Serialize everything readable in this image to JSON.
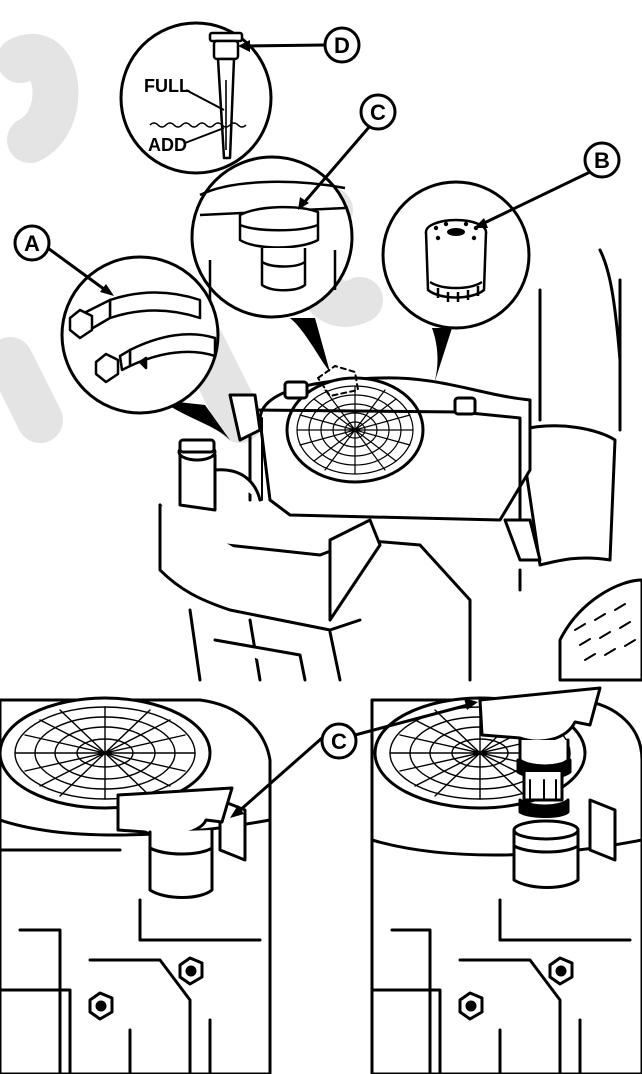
{
  "callouts": {
    "a": "A",
    "b": "B",
    "c_top": "C",
    "c_bottom": "C",
    "d": "D"
  },
  "dipstick": {
    "full_label": "FULL",
    "add_label": "ADD"
  },
  "colors": {
    "ink": "#000000",
    "paper": "#ffffff",
    "watermark": "#e4e4e4"
  }
}
